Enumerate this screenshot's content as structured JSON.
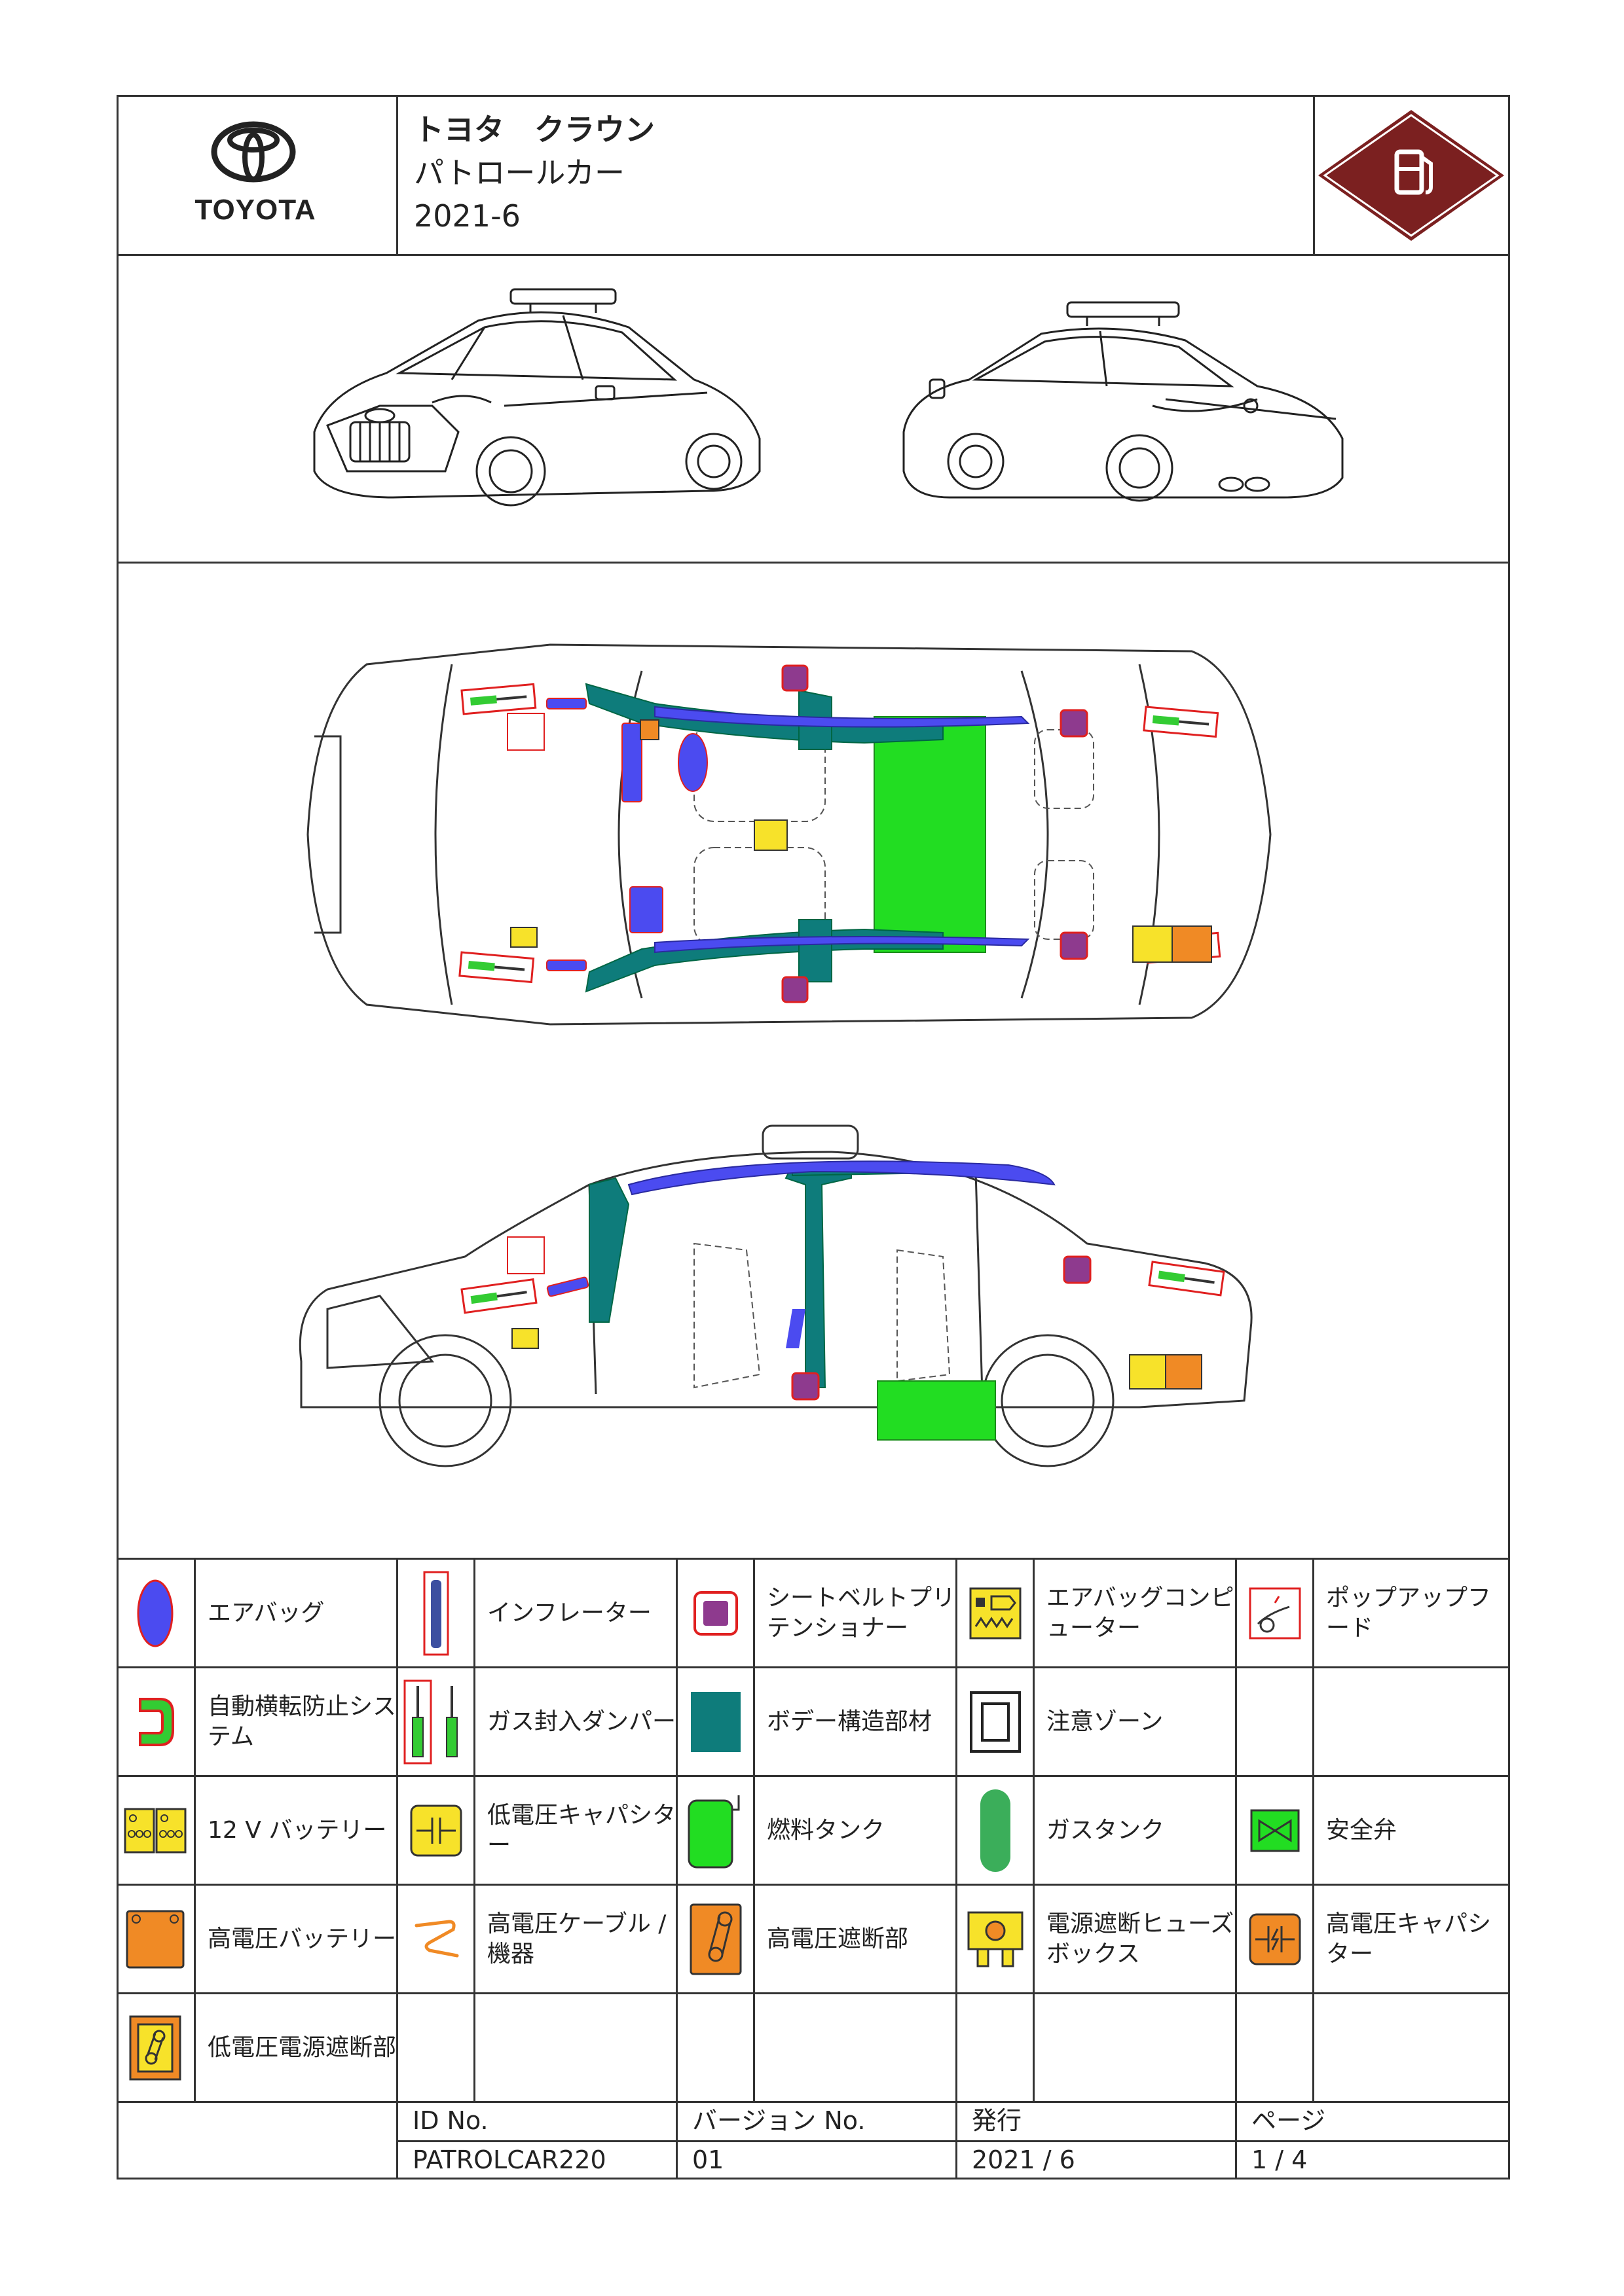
{
  "header": {
    "brand": "TOYOTA",
    "title_line1": "トヨタ　クラウン",
    "title_line2": "パトロールカー",
    "title_line3": "2021-6",
    "fuel_badge_icon": "fuel-pump-icon",
    "fuel_badge_color": "#7B2020"
  },
  "legend": {
    "rows": [
      [
        {
          "icon": "airbag-icon",
          "label": "エアバッグ"
        },
        {
          "icon": "inflator-icon",
          "label": "インフレーター"
        },
        {
          "icon": "seatbelt-pretensioner-icon",
          "label": "シートベルトプリテンショナー"
        },
        {
          "icon": "airbag-computer-icon",
          "label": "エアバッグコンピューター"
        },
        {
          "icon": "popup-hood-icon",
          "label": "ポップアップフード"
        }
      ],
      [
        {
          "icon": "rollover-protection-icon",
          "label": "自動横転防止システム"
        },
        {
          "icon": "gas-strut-icon",
          "label": "ガス封入ダンパー"
        },
        {
          "icon": "body-reinforcement-icon",
          "label": "ボデー構造部材"
        },
        {
          "icon": "caution-zone-icon",
          "label": "注意ゾーン"
        },
        {
          "icon": "",
          "label": ""
        }
      ],
      [
        {
          "icon": "12v-battery-icon",
          "label": "12 V バッテリー"
        },
        {
          "icon": "low-voltage-capacitor-icon",
          "label": "低電圧キャパシター"
        },
        {
          "icon": "fuel-tank-icon",
          "label": "燃料タンク"
        },
        {
          "icon": "gas-tank-icon",
          "label": "ガスタンク"
        },
        {
          "icon": "safety-valve-icon",
          "label": "安全弁"
        }
      ],
      [
        {
          "icon": "high-voltage-battery-icon",
          "label": "高電圧バッテリー"
        },
        {
          "icon": "high-voltage-cable-icon",
          "label": "高電圧ケーブル / 機器"
        },
        {
          "icon": "high-voltage-disconnect-icon",
          "label": "高電圧遮断部"
        },
        {
          "icon": "fuse-box-icon",
          "label": "電源遮断ヒューズボックス"
        },
        {
          "icon": "high-voltage-capacitor-icon",
          "label": "高電圧キャパシター"
        }
      ],
      [
        {
          "icon": "low-voltage-disconnect-icon",
          "label": "低電圧電源遮断部"
        },
        {
          "icon": "",
          "label": ""
        },
        {
          "icon": "",
          "label": ""
        },
        {
          "icon": "",
          "label": ""
        },
        {
          "icon": "",
          "label": ""
        }
      ]
    ]
  },
  "footer": {
    "id_label": "ID No.",
    "version_label": "バージョン No.",
    "issue_label": "発行",
    "page_label": "ページ",
    "id_value": "PATROLCAR220",
    "version_value": "01",
    "issue_value": "2021 / 6",
    "page_value": "1 / 4"
  },
  "colors": {
    "airbag": "#4B4BF0",
    "pretensioner": "#8E3A8E",
    "body": "#0E7C7B",
    "fuel_tank": "#22DD22",
    "gas_tank": "#3BAE5A",
    "yellow": "#F7E22A",
    "orange": "#F08A25",
    "red_outline": "#E02020"
  }
}
